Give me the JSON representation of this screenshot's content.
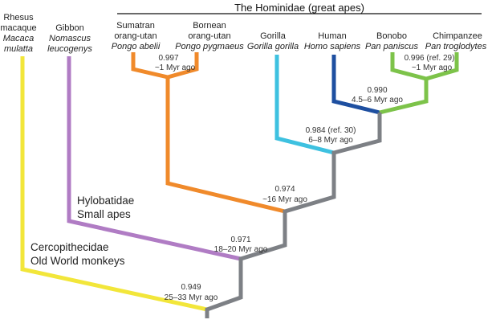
{
  "title": "The Hominidae (great apes)",
  "species": [
    {
      "key": "rhesus",
      "common": "Rhesus macaque",
      "line1": "Rhesus",
      "line2": "macaque",
      "latin1": "Macaca",
      "latin2": "mulatta",
      "color": "#f2e63a"
    },
    {
      "key": "gibbon",
      "common": "Gibbon",
      "line1": "Gibbon",
      "latin1": "Nomascus",
      "latin2": "leucogenys",
      "color": "#b07cc4"
    },
    {
      "key": "sumatran",
      "line1": "Sumatran",
      "line2": "orang-utan",
      "latin1": "Pongo abelii",
      "color": "#f08a2b"
    },
    {
      "key": "bornean",
      "line1": "Bornean",
      "line2": "orang-utan",
      "latin1": "Pongo pygmaeus",
      "color": "#f08a2b"
    },
    {
      "key": "gorilla",
      "line1": "Gorilla",
      "latin1": "Gorilla gorilla",
      "color": "#3ec1e0"
    },
    {
      "key": "human",
      "line1": "Human",
      "latin1": "Homo sapiens",
      "color": "#1e4fa0"
    },
    {
      "key": "bonobo",
      "line1": "Bonobo",
      "latin1": "Pan paniscus",
      "color": "#7dc34a"
    },
    {
      "key": "chimpanzee",
      "line1": "Chimpanzee",
      "latin1": "Pan troglodytes",
      "color": "#7dc34a"
    }
  ],
  "nodes": [
    {
      "key": "orang",
      "value": "0.997",
      "age": "~1 Myr ago"
    },
    {
      "key": "pan",
      "value": "0.996 (ref. 29)",
      "age": "~1 Myr ago"
    },
    {
      "key": "human_pan",
      "value": "0.990",
      "age": "4.5–6 Myr ago"
    },
    {
      "key": "gorilla",
      "value": "0.984 (ref. 30)",
      "age": "6–8 Myr ago"
    },
    {
      "key": "hominidae",
      "value": "0.974",
      "age": "~16 Myr ago"
    },
    {
      "key": "hominoidea",
      "value": "0.971",
      "age": "18–20 Myr ago"
    },
    {
      "key": "catarrhini",
      "value": "0.949",
      "age": "25–33 Myr ago"
    }
  ],
  "groups": {
    "hylobatidae": {
      "line1": "Hylobatidae",
      "line2": "Small apes"
    },
    "cercopithecidae": {
      "line1": "Cercopithecidae",
      "line2": "Old World monkeys"
    }
  },
  "colors": {
    "stem": "#7d8085",
    "text": "#222222"
  }
}
